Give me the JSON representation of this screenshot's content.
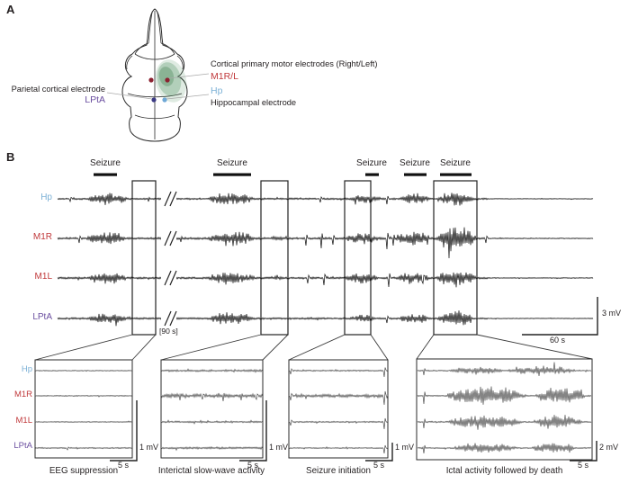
{
  "panel_a": {
    "label": "A",
    "annotations": {
      "motor_desc": "Cortical primary motor electrodes (Right/Left)",
      "motor_abbr": "M1R/L",
      "hp_abbr": "Hp",
      "hp_desc": "Hippocampal electrode",
      "parietal_desc": "Parietal cortical electrode",
      "parietal_abbr": "LPtA"
    },
    "colors": {
      "motor": "#c0393b",
      "hp": "#7cb1d6",
      "parietal": "#6b4fa0",
      "motor_dot": "#8c2130",
      "hp_dot": "#6fa8d6",
      "parietal_dot": "#3c3a84",
      "target_zone": "#4d8f5c",
      "text": "#231f20"
    }
  },
  "panel_b": {
    "label": "B",
    "seizure_label": "Seizure",
    "time_break_label": "[90 s]",
    "main_scale": {
      "amplitude": "3 mV",
      "time": "60 s"
    },
    "channels": [
      {
        "name": "Hp",
        "color": "#7cb1d6"
      },
      {
        "name": "M1R",
        "color": "#c0393b"
      },
      {
        "name": "M1L",
        "color": "#c0393b"
      },
      {
        "name": "LPtA",
        "color": "#6b4fa0"
      }
    ],
    "insets": [
      {
        "caption": "EEG suppression",
        "amplitude_scale": "1 mV",
        "time_scale": "5 s"
      },
      {
        "caption": "Interictal slow-wave activity",
        "amplitude_scale": "1 mV",
        "time_scale": "5 s"
      },
      {
        "caption": "Seizure initiation",
        "amplitude_scale": "1 mV",
        "time_scale": "5 s"
      },
      {
        "caption": "Ictal activity followed by death",
        "amplitude_scale": "2 mV",
        "time_scale": "5 s"
      }
    ]
  },
  "chart_data": {
    "type": "line",
    "description": "Four-channel EEG (Hp, M1R, M1L, LPtA) showing five recurrent seizures, EEG suppression, interictal slow-wave activity, seizure initiation and ictal activity followed by death",
    "x_range": [
      64,
      659
    ],
    "seizure_bars": [
      [
        104,
        130
      ],
      [
        237,
        279
      ],
      [
        406,
        421
      ],
      [
        449,
        474
      ],
      [
        489,
        524
      ]
    ],
    "zoom_boxes": [
      [
        147,
        173
      ],
      [
        290,
        320
      ],
      [
        383,
        412
      ],
      [
        482,
        530
      ]
    ],
    "suppression_after_x": 542,
    "suppression_factor": 0.45,
    "main_channels": [
      {
        "name": "Hp",
        "baseline": 221,
        "noise": 1.0,
        "bursts": [
          [
            96,
            142,
            8
          ],
          [
            230,
            284,
            9
          ],
          [
            388,
            424,
            6
          ],
          [
            443,
            477,
            7
          ],
          [
            486,
            528,
            10
          ]
        ],
        "spikes": [
          [
            78,
            3
          ],
          [
            165,
            3
          ],
          [
            356,
            4
          ],
          [
            430,
            6
          ]
        ]
      },
      {
        "name": "M1R",
        "baseline": 265,
        "noise": 1.2,
        "bursts": [
          [
            96,
            140,
            9
          ],
          [
            230,
            284,
            9
          ],
          [
            298,
            318,
            3
          ],
          [
            383,
            421,
            7
          ],
          [
            440,
            478,
            10
          ],
          [
            484,
            530,
            15
          ]
        ],
        "spikes": [
          [
            88,
            5
          ],
          [
            201,
            4
          ],
          [
            340,
            8
          ],
          [
            357,
            11
          ],
          [
            370,
            7
          ],
          [
            430,
            12
          ],
          [
            437,
            8
          ],
          [
            475,
            7
          ],
          [
            540,
            5
          ]
        ]
      },
      {
        "name": "M1L",
        "baseline": 309,
        "noise": 1.1,
        "bursts": [
          [
            96,
            140,
            8
          ],
          [
            230,
            284,
            8
          ],
          [
            298,
            318,
            2.5
          ],
          [
            383,
            421,
            7
          ],
          [
            440,
            478,
            8
          ],
          [
            484,
            530,
            12
          ]
        ],
        "spikes": [
          [
            342,
            6
          ],
          [
            360,
            8
          ],
          [
            432,
            10
          ],
          [
            470,
            6
          ]
        ]
      },
      {
        "name": "LPtA",
        "baseline": 354,
        "noise": 1.0,
        "bursts": [
          [
            98,
            142,
            7
          ],
          [
            230,
            284,
            8
          ],
          [
            388,
            420,
            5
          ],
          [
            443,
            476,
            7
          ],
          [
            486,
            526,
            10
          ]
        ],
        "spikes": [
          [
            430,
            5
          ]
        ]
      }
    ],
    "inset_panels": [
      {
        "x0": 39,
        "x1": 147,
        "channels": [
          {
            "baseline": 412,
            "noise": 0.55,
            "bursts": [],
            "spikes": []
          },
          {
            "baseline": 440,
            "noise": 0.6,
            "bursts": [],
            "spikes": []
          },
          {
            "baseline": 469,
            "noise": 0.55,
            "bursts": [],
            "spikes": []
          },
          {
            "baseline": 498,
            "noise": 0.7,
            "bursts": [],
            "spikes": [
              [
                75,
                2
              ]
            ]
          }
        ]
      },
      {
        "x0": 179,
        "x1": 292,
        "channels": [
          {
            "baseline": 412,
            "noise": 0.9,
            "bursts": [
              [
                179,
                292,
                1.4,
                "flat"
              ]
            ],
            "spikes": []
          },
          {
            "baseline": 440,
            "noise": 0.8,
            "bursts": [
              [
                179,
                292,
                2.6,
                "flat"
              ]
            ],
            "spikes": [
              [
                200,
                5
              ],
              [
                225,
                4
              ],
              [
                248,
                6
              ],
              [
                268,
                5
              ],
              [
                285,
                4
              ]
            ]
          },
          {
            "baseline": 469,
            "noise": 0.9,
            "bursts": [
              [
                179,
                292,
                1.3,
                "flat"
              ]
            ],
            "spikes": []
          },
          {
            "baseline": 498,
            "noise": 1.0,
            "bursts": [
              [
                179,
                292,
                1.5,
                "flat"
              ]
            ],
            "spikes": []
          }
        ]
      },
      {
        "x0": 321,
        "x1": 431,
        "channels": [
          {
            "baseline": 412,
            "noise": 0.8,
            "bursts": [],
            "spikes": [
              [
                323,
                4
              ],
              [
                427,
                7
              ]
            ]
          },
          {
            "baseline": 440,
            "noise": 0.8,
            "bursts": [
              [
                321,
                431,
                2.4,
                "flat"
              ]
            ],
            "spikes": [
              [
                323,
                5
              ],
              [
                427,
                10
              ]
            ]
          },
          {
            "baseline": 469,
            "noise": 0.8,
            "bursts": [],
            "spikes": [
              [
                323,
                4
              ],
              [
                427,
                8
              ]
            ]
          },
          {
            "baseline": 498,
            "noise": 0.6,
            "bursts": [],
            "spikes": [
              [
                427,
                6
              ]
            ]
          }
        ]
      },
      {
        "x0": 464,
        "x1": 657,
        "channels": [
          {
            "baseline": 412,
            "noise": 0.7,
            "bursts": [
              [
                500,
                560,
                5
              ],
              [
                565,
                640,
                6
              ]
            ],
            "spikes": [
              [
                471,
                5
              ]
            ]
          },
          {
            "baseline": 440,
            "noise": 0.8,
            "bursts": [
              [
                495,
                585,
                13
              ],
              [
                595,
                650,
                12
              ]
            ],
            "spikes": [
              [
                471,
                9
              ]
            ]
          },
          {
            "baseline": 469,
            "noise": 0.8,
            "bursts": [
              [
                497,
                580,
                9
              ],
              [
                593,
                648,
                9
              ]
            ],
            "spikes": [
              [
                471,
                7
              ]
            ]
          },
          {
            "baseline": 498,
            "noise": 0.7,
            "bursts": [
              [
                503,
                575,
                7
              ],
              [
                590,
                640,
                7
              ]
            ],
            "spikes": [
              [
                471,
                6
              ]
            ]
          }
        ]
      }
    ]
  }
}
